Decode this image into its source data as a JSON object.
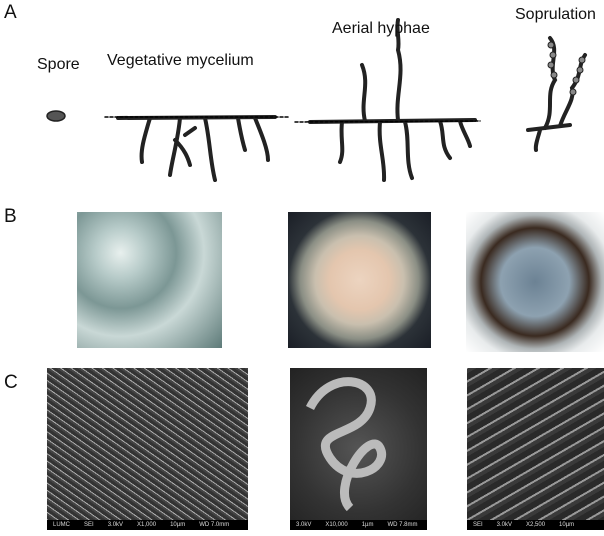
{
  "panels": {
    "a": "A",
    "b": "B",
    "c": "C"
  },
  "stages": {
    "spore": "Spore",
    "vegetative": "Vegetative mycelium",
    "aerial": "Aerial hyphae",
    "sporulation": "Soprulation"
  },
  "sem": [
    {
      "items": [
        "LUMC",
        "SEI",
        "3.0kV",
        "X1,000",
        "10µm",
        "WD 7.0mm"
      ]
    },
    {
      "items": [
        "3.0kV",
        "X10,000",
        "1µm",
        "WD 7.8mm"
      ]
    },
    {
      "items": [
        "SEI",
        "3.0kV",
        "X2,500",
        "10µm"
      ]
    }
  ]
}
